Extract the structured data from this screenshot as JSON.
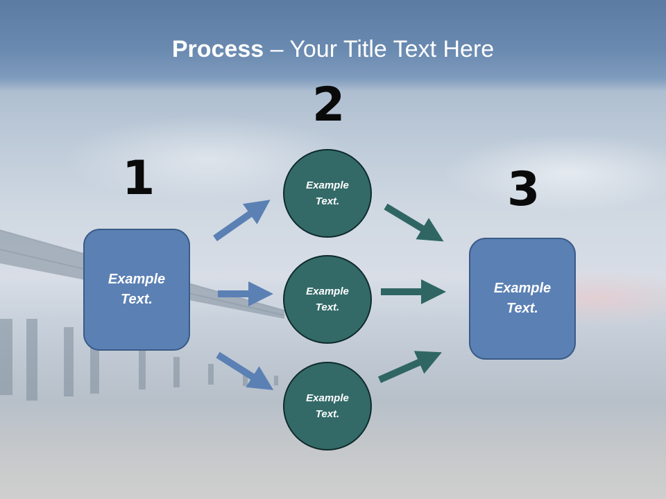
{
  "title": {
    "bold": "Process",
    "rest": " – Your Title Text Here"
  },
  "steps": [
    {
      "number": "1",
      "text": "Example Text."
    },
    {
      "number": "2",
      "texts": [
        "Example Text.",
        "Example Text.",
        "Example Text."
      ]
    },
    {
      "number": "3",
      "text": "Example Text."
    }
  ],
  "colors": {
    "box": "#5b80b4",
    "circle": "#336a68",
    "arrow_blue": "#5b80b4",
    "arrow_teal": "#2f6664"
  }
}
